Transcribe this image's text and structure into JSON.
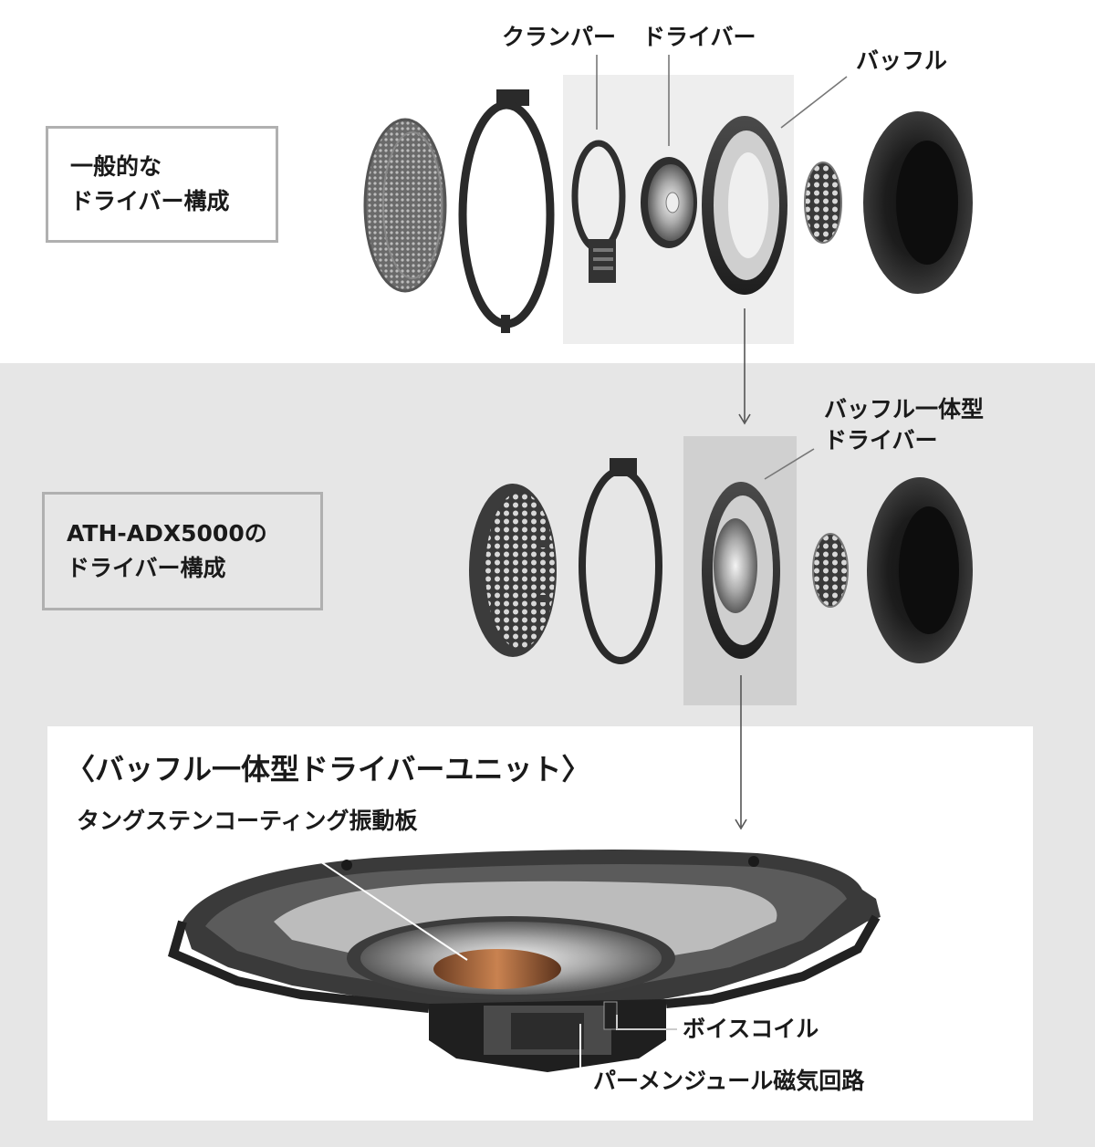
{
  "general_label": {
    "line1": "一般的な",
    "line2": "ドライバー構成"
  },
  "adx_label": {
    "line1": "ATH-ADX5000の",
    "line2": "ドライバー構成"
  },
  "top_callouts": {
    "clamper": "クランパー",
    "driver": "ドライバー",
    "baffle": "バッフル"
  },
  "mid_callout": {
    "line1": "バッフル一体型",
    "line2": "ドライバー"
  },
  "detail": {
    "title": "〈バッフル一体型ドライバーユニット〉",
    "diaphragm": "タングステンコーティング振動板",
    "voice_coil": "ボイスコイル",
    "magnetic_circuit": "パーメンジュール磁気回路"
  },
  "colors": {
    "band": "#e6e6e6",
    "highlight_top": "#eeeeee",
    "highlight_mid": "#d0d0d0",
    "part": "#2a2a2a",
    "leader": "#777777"
  }
}
